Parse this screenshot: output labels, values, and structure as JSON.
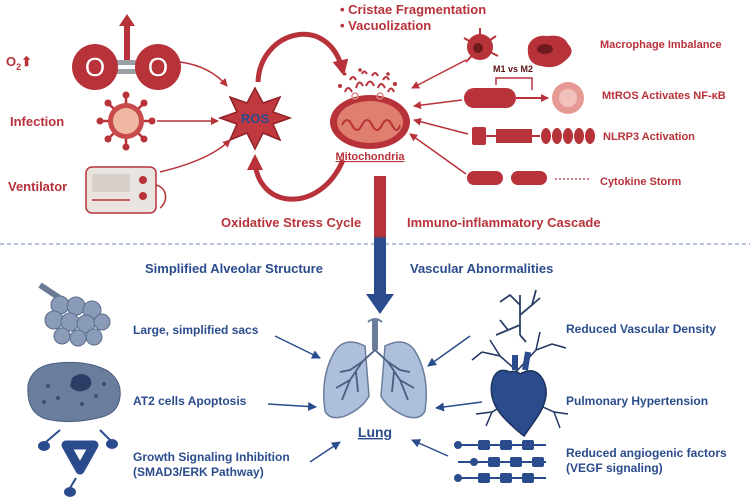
{
  "colors": {
    "red": "#b8323a",
    "blue": "#2b4c8c",
    "divider": "#6d87b3"
  },
  "top": {
    "inputs": {
      "o2": "O",
      "o2_sub": "2",
      "o2_arrow": "⬆",
      "infection": "Infection",
      "ventilator": "Ventilator"
    },
    "ros": "ROS",
    "mito_changes": [
      "Cristae Fragmentation",
      "Vacuolization"
    ],
    "mitochondria": "Mitochondria",
    "m1m2": "M1 vs M2",
    "right_labels": [
      "Macrophage  Imbalance",
      "MtROS Activates NF-κB",
      "NLRP3  Activation",
      "Cytokine Storm"
    ],
    "cycle_label": "Oxidative Stress Cycle",
    "cascade_label": "Immuno-inflammatory Cascade"
  },
  "bottom": {
    "heading_left": "Simplified Alveolar Structure",
    "heading_right": "Vascular Abnormalities",
    "left_labels": [
      [
        "Large, simplified sacs"
      ],
      [
        "AT2 cells Apoptosis"
      ],
      [
        "Growth Signaling Inhibition",
        "(SMAD3/ERK Pathway)"
      ]
    ],
    "right_labels": [
      [
        "Reduced Vascular Density"
      ],
      [
        "Pulmonary Hypertension"
      ],
      [
        "Reduced angiogenic factors",
        "(VEGF signaling)"
      ]
    ],
    "lung": "Lung"
  }
}
